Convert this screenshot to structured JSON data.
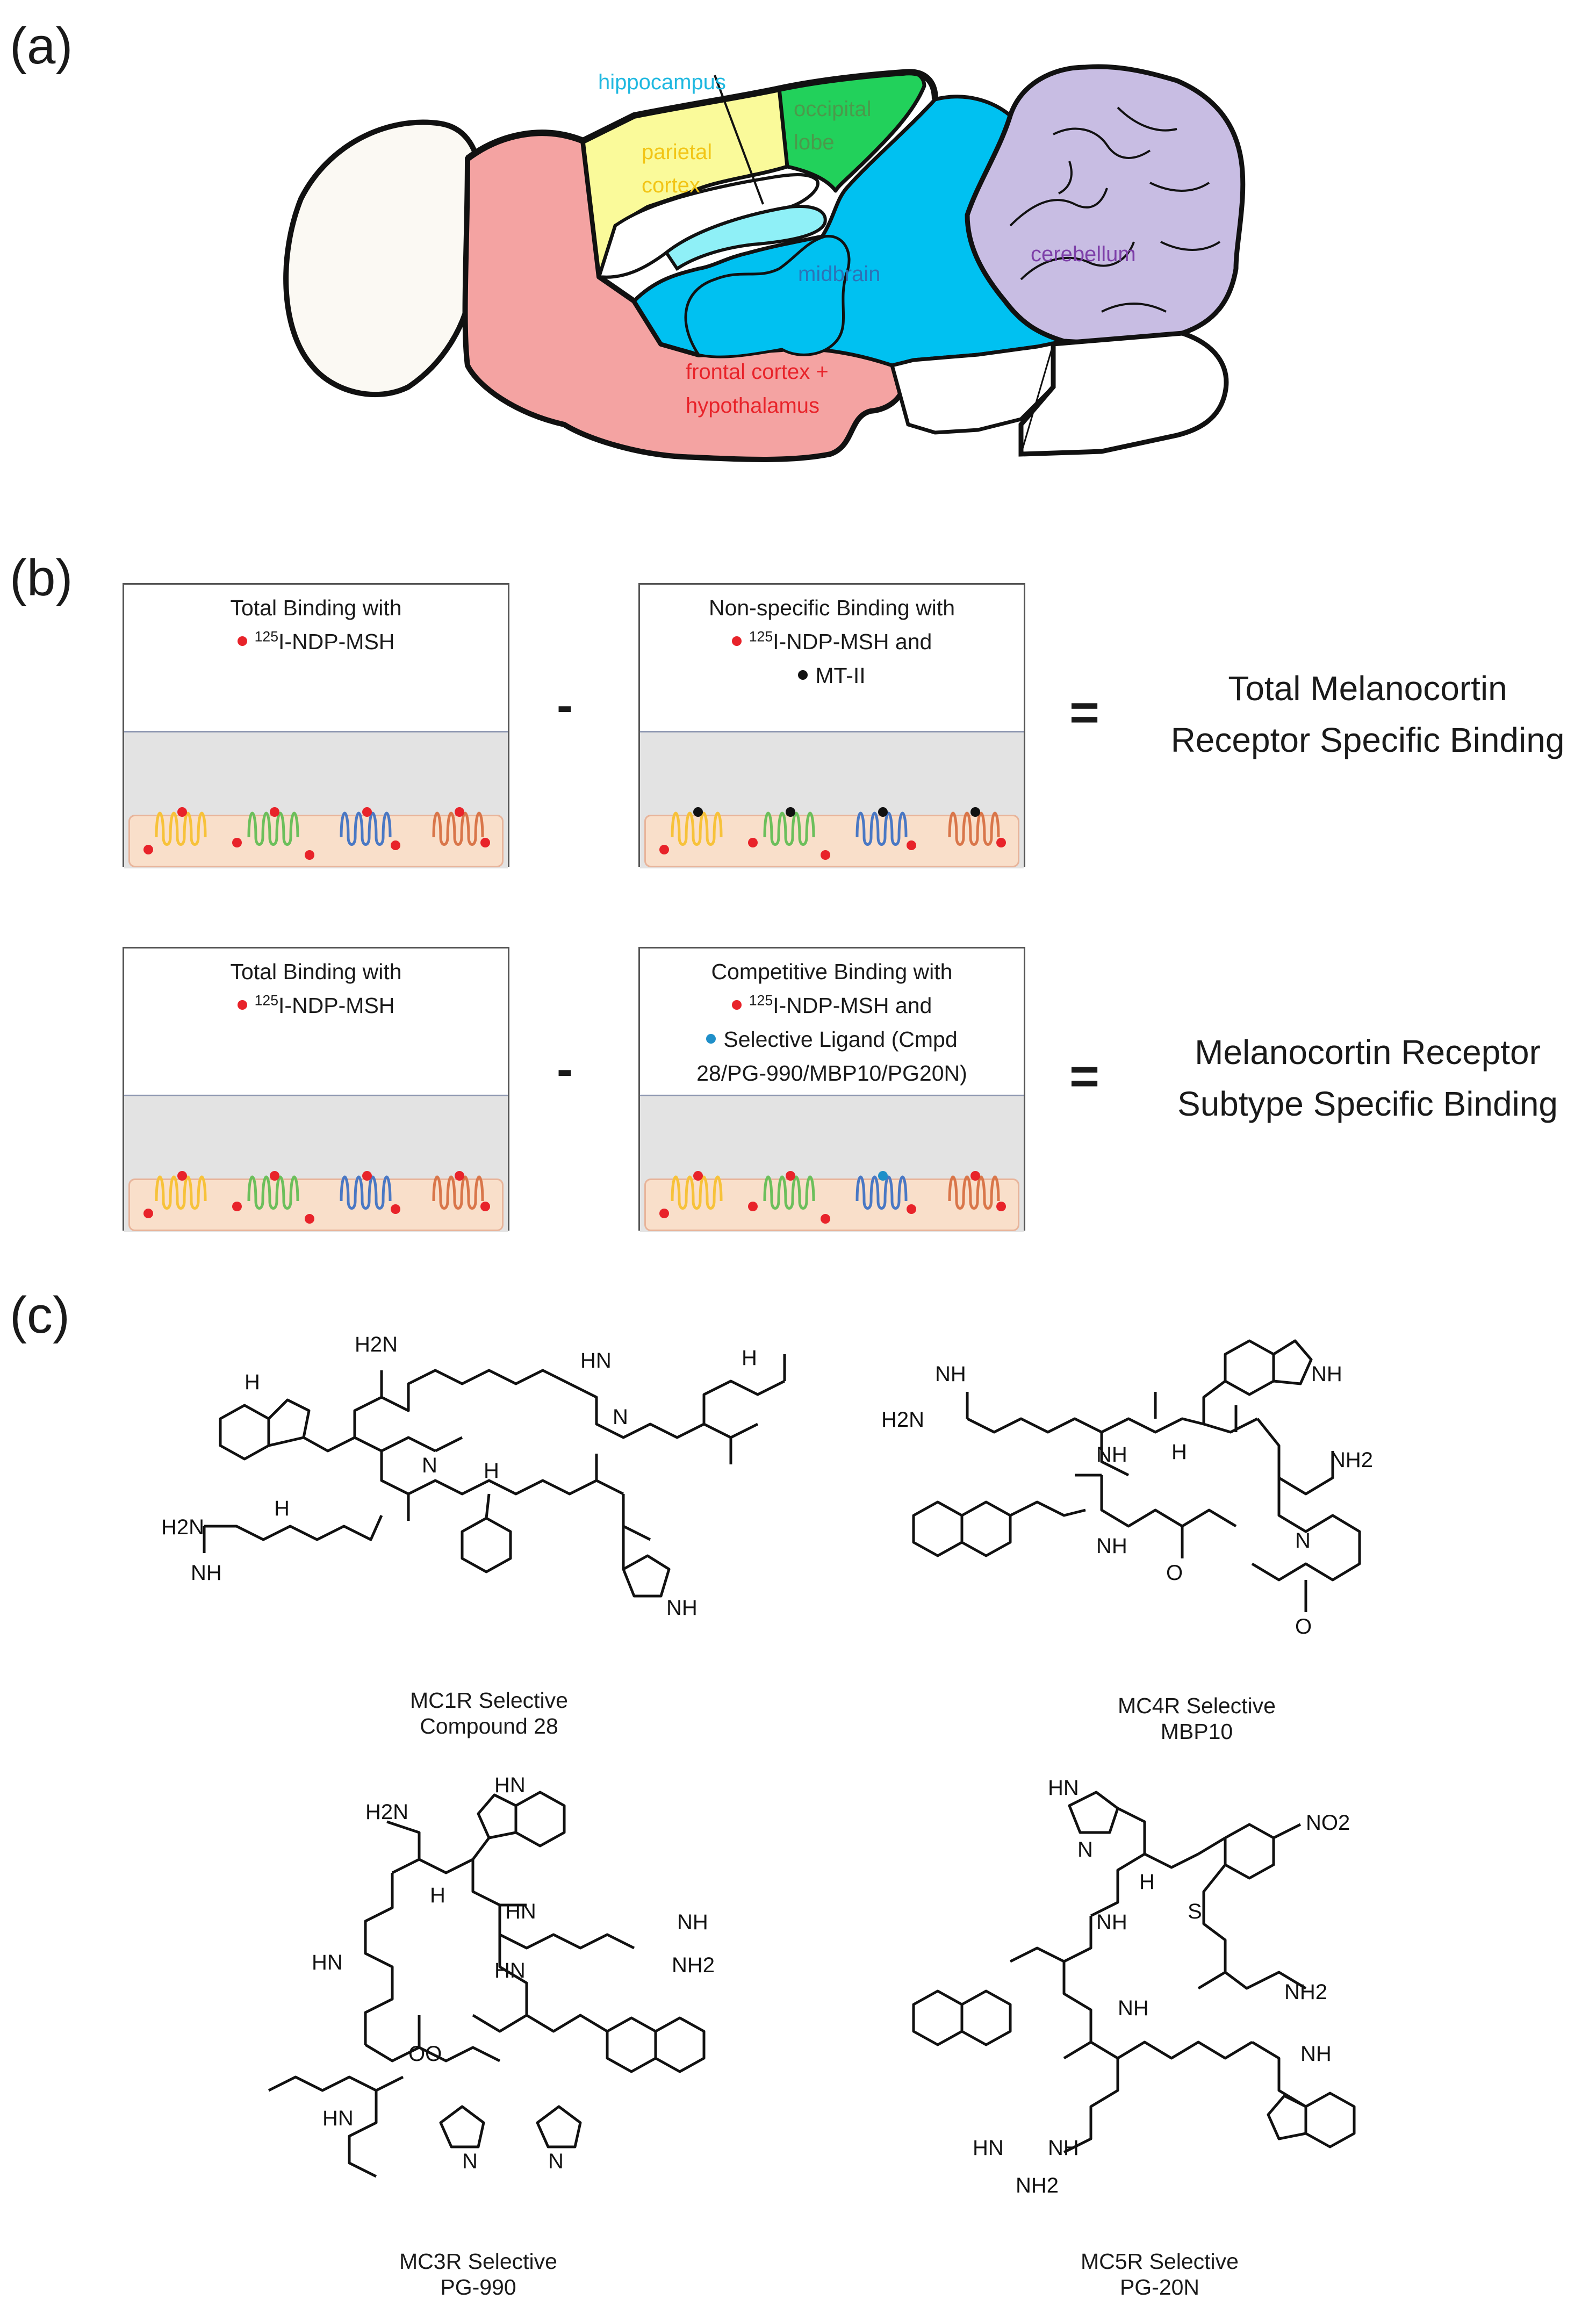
{
  "panels": {
    "a": "(a)",
    "b": "(b)",
    "c": "(c)"
  },
  "brain": {
    "hippocampus": "hippocampus",
    "occipital_1": "occipital",
    "occipital_2": "lobe",
    "parietal_1": "parietal",
    "parietal_2": "cortex",
    "midbrain": "midbrain",
    "cerebellum": "cerebellum",
    "frontal_1": "frontal cortex +",
    "frontal_2": "hypothalamus",
    "colors": {
      "hippocampus_text": "#1fb8e0",
      "occipital_text": "#4b9a4b",
      "parietal_text": "#f2c516",
      "midbrain_text": "#2c73b8",
      "cerebellum_text": "#7d3fa8",
      "frontal_text": "#e8232a"
    }
  },
  "assays": {
    "total1": {
      "line1": "Total Binding with",
      "isotope": "125",
      "ligand": "I-NDP-MSH"
    },
    "nonspecific": {
      "line1": "Non-specific Binding with",
      "isotope": "125",
      "ligand": "I-NDP-MSH and",
      "blocker": "MT-II"
    },
    "total2": {
      "line1": "Total Binding with",
      "isotope": "125",
      "ligand": "I-NDP-MSH"
    },
    "competitive": {
      "line1": "Competitive Binding with",
      "isotope": "125",
      "ligand": "I-NDP-MSH and",
      "selective_1": "Selective Ligand (Cmpd",
      "selective_2": "28/PG-990/MBP10/PG20N)"
    },
    "minus": "-",
    "equals": "=",
    "result1_line1": "Total Melanocortin",
    "result1_line2": "Receptor Specific Binding",
    "result2_line1": "Melanocortin Receptor",
    "result2_line2": "Subtype Specific Binding",
    "colors": {
      "radioligand_dot": "#e8232a",
      "blocker_dot": "#111111",
      "selective_dot": "#1f8fc9",
      "receptors": [
        "#f7c23a",
        "#6cbf5b",
        "#4a78c4",
        "#d9764a"
      ]
    }
  },
  "compounds": {
    "mc1r": {
      "line1": "MC1R Selective",
      "line2": "Compound 28"
    },
    "mc4r": {
      "line1": "MC4R Selective",
      "line2": "MBP10"
    },
    "mc3r": {
      "line1": "MC3R Selective",
      "line2": "PG-990"
    },
    "mc5r": {
      "line1": "MC5R Selective",
      "line2": "PG-20N"
    }
  },
  "atom_labels": {
    "H2N": "H2N",
    "NH": "NH",
    "HN": "HN",
    "H": "H",
    "N": "N",
    "O": "O",
    "S": "S",
    "NH2": "NH2",
    "NO2": "NO2",
    "OO": "OO"
  }
}
